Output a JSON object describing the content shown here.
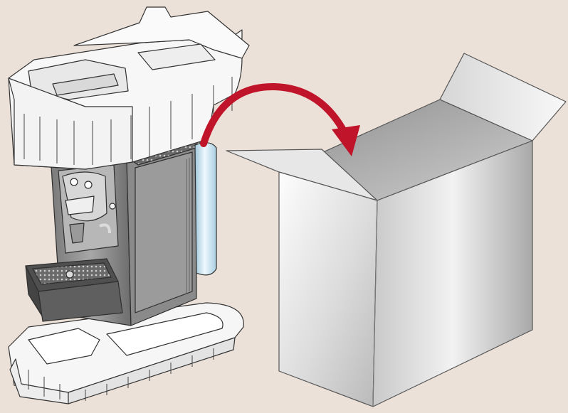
{
  "illustration": {
    "background_color": "#ece1d8",
    "arrow_color": "#c0142a",
    "foam_color": "#f7f7f7",
    "machine_body_color": "#8e8e8e",
    "machine_dark_color": "#5e5e5e",
    "tank_color": "#d6ecf7",
    "box_light_color": "#f4f4f4",
    "box_dark_color": "#9a9a9a",
    "parts": [
      "foam-top-insert",
      "coffee-machine",
      "foam-bottom-insert",
      "curved-arrow",
      "open-cardboard-box"
    ]
  }
}
